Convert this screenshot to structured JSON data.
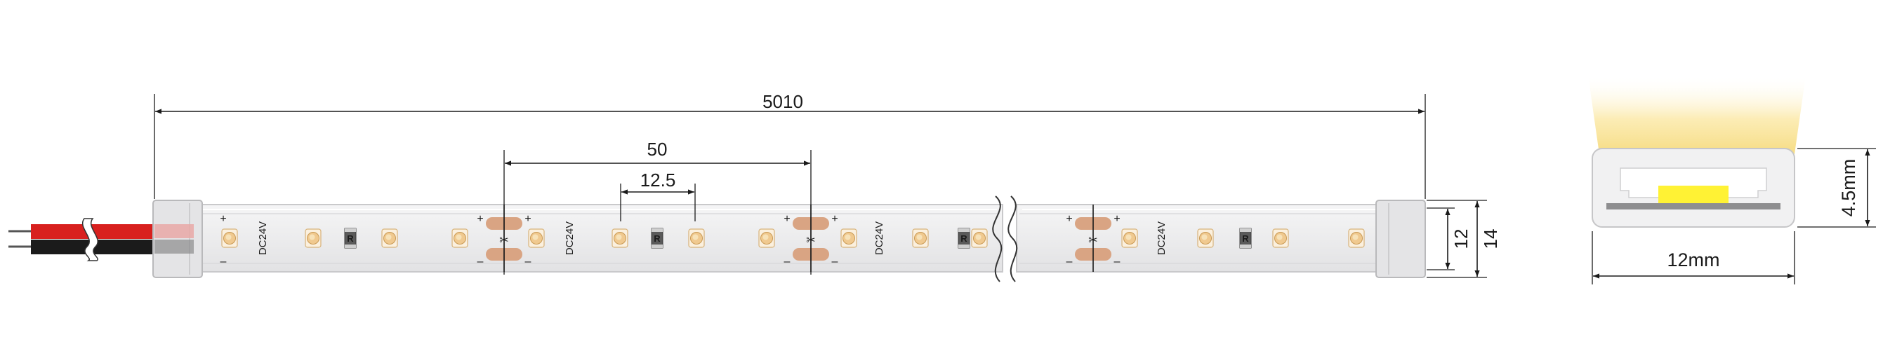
{
  "dimensions": {
    "total_length": "5010",
    "cut_unit": "50",
    "led_pitch": "12.5",
    "strip_width": "12",
    "tube_width": "14",
    "profile_width": "12mm",
    "profile_height": "4.5mm"
  },
  "pcb": {
    "voltage_label": "DC24V",
    "resistor_label": "R",
    "plus_sign": "+",
    "minus_sign": "–",
    "cut_mark": "✂"
  },
  "colors": {
    "tube": "#eeeeef",
    "tube_edge": "#c9c9cb",
    "pad": "#d9a483",
    "led_body": "#f0c98f",
    "led_core": "#f7e2b8",
    "wire_red": "#d8201e",
    "wire_black": "#1b1b1b",
    "light_beam": "#f7e39a",
    "chip_yellow": "#fff234"
  }
}
